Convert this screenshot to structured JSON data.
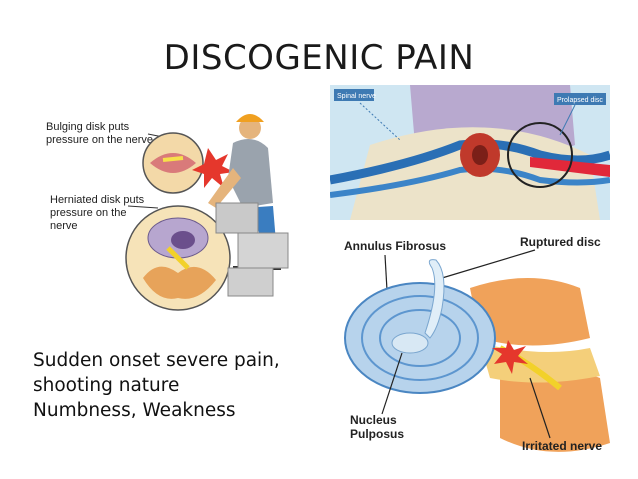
{
  "slide": {
    "title": "DISCOGENIC PAIN",
    "lines": [
      "Sudden onset severe pain,",
      "shooting nature",
      "Numbness, Weakness"
    ]
  },
  "worker_figure": {
    "label_bulging": [
      "Bulging disk puts",
      "pressure on the nerve"
    ],
    "label_herniated": [
      "Herniated disk puts",
      "pressure on the",
      "nerve"
    ]
  },
  "spine_figure": {
    "label_spinal_nerve": "Spinal nerve",
    "label_prolapsed": "Prolapsed disc"
  },
  "disc_figure": {
    "label_annulus": "Annulus Fibrosus",
    "label_ruptured": "Ruptured disc",
    "label_nucleus": [
      "Nucleus",
      "Pulposus"
    ],
    "label_irritated": "Irritated nerve"
  }
}
